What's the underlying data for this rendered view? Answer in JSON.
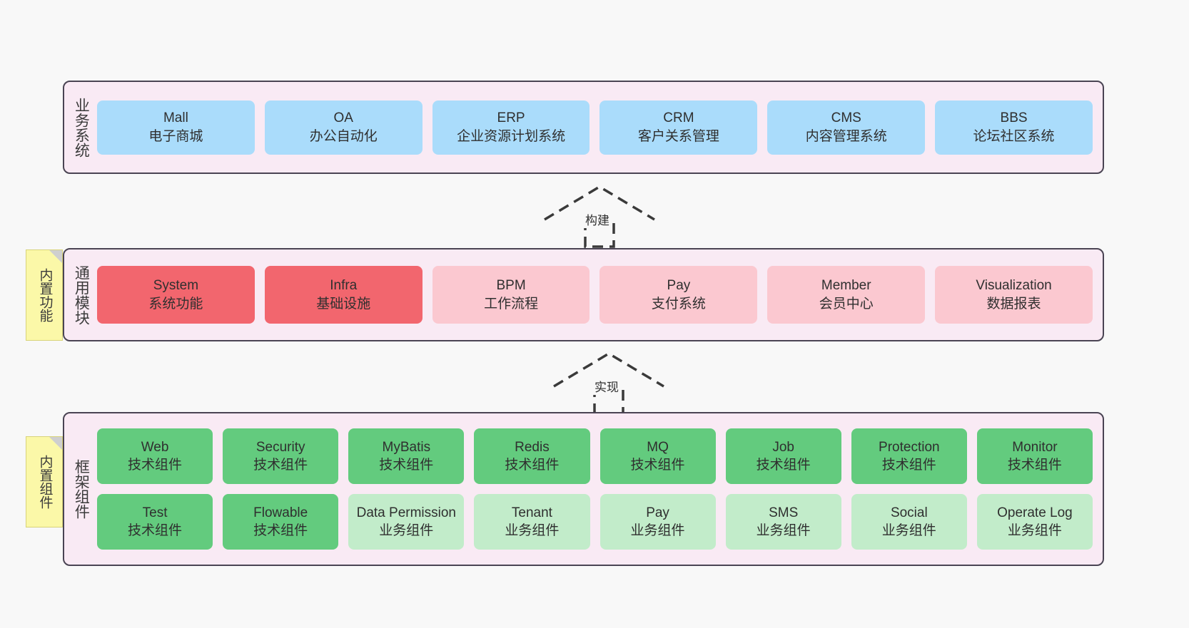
{
  "diagram": {
    "title": "",
    "colors": {
      "canvas": "#f8f8f8",
      "band_fill": "#f9eaf4",
      "band_border": "#4a4453",
      "blue": "#aadcfb",
      "red": "#f2666e",
      "pink": "#fbc8d0",
      "green": "#63cb7e",
      "mint": "#c2ecca",
      "sticky": "#fbf8a8"
    }
  },
  "bands": {
    "business": {
      "label": "业务系统",
      "items": [
        {
          "name": "Mall",
          "desc": "电子商城",
          "color": "blue"
        },
        {
          "name": "OA",
          "desc": "办公自动化",
          "color": "blue"
        },
        {
          "name": "ERP",
          "desc": "企业资源计划系统",
          "color": "blue"
        },
        {
          "name": "CRM",
          "desc": "客户关系管理",
          "color": "blue"
        },
        {
          "name": "CMS",
          "desc": "内容管理系统",
          "color": "blue"
        },
        {
          "name": "BBS",
          "desc": "论坛社区系统",
          "color": "blue"
        }
      ]
    },
    "common": {
      "label": "通用模块",
      "sticky": "内置功能",
      "items": [
        {
          "name": "System",
          "desc": "系统功能",
          "color": "red"
        },
        {
          "name": "Infra",
          "desc": "基础设施",
          "color": "red"
        },
        {
          "name": "BPM",
          "desc": "工作流程",
          "color": "pink"
        },
        {
          "name": "Pay",
          "desc": "支付系统",
          "color": "pink"
        },
        {
          "name": "Member",
          "desc": "会员中心",
          "color": "pink"
        },
        {
          "name": "Visualization",
          "desc": "数据报表",
          "color": "pink"
        }
      ]
    },
    "framework": {
      "label": "框架组件",
      "sticky": "内置组件",
      "row1": [
        {
          "name": "Web",
          "desc": "技术组件",
          "color": "green"
        },
        {
          "name": "Security",
          "desc": "技术组件",
          "color": "green"
        },
        {
          "name": "MyBatis",
          "desc": "技术组件",
          "color": "green"
        },
        {
          "name": "Redis",
          "desc": "技术组件",
          "color": "green"
        },
        {
          "name": "MQ",
          "desc": "技术组件",
          "color": "green"
        },
        {
          "name": "Job",
          "desc": "技术组件",
          "color": "green"
        },
        {
          "name": "Protection",
          "desc": "技术组件",
          "color": "green"
        },
        {
          "name": "Monitor",
          "desc": "技术组件",
          "color": "green"
        }
      ],
      "row2": [
        {
          "name": "Test",
          "desc": "技术组件",
          "color": "green"
        },
        {
          "name": "Flowable",
          "desc": "技术组件",
          "color": "green"
        },
        {
          "name": "Data Permission",
          "desc": "业务组件",
          "color": "mint"
        },
        {
          "name": "Tenant",
          "desc": "业务组件",
          "color": "mint"
        },
        {
          "name": "Pay",
          "desc": "业务组件",
          "color": "mint"
        },
        {
          "name": "SMS",
          "desc": "业务组件",
          "color": "mint"
        },
        {
          "name": "Social",
          "desc": "业务组件",
          "color": "mint"
        },
        {
          "name": "Operate Log",
          "desc": "业务组件",
          "color": "mint"
        }
      ]
    }
  },
  "arrows": {
    "build": {
      "label": "构建",
      "from": "common",
      "to": "business"
    },
    "implement": {
      "label": "实现",
      "from": "framework",
      "to": "common"
    }
  }
}
